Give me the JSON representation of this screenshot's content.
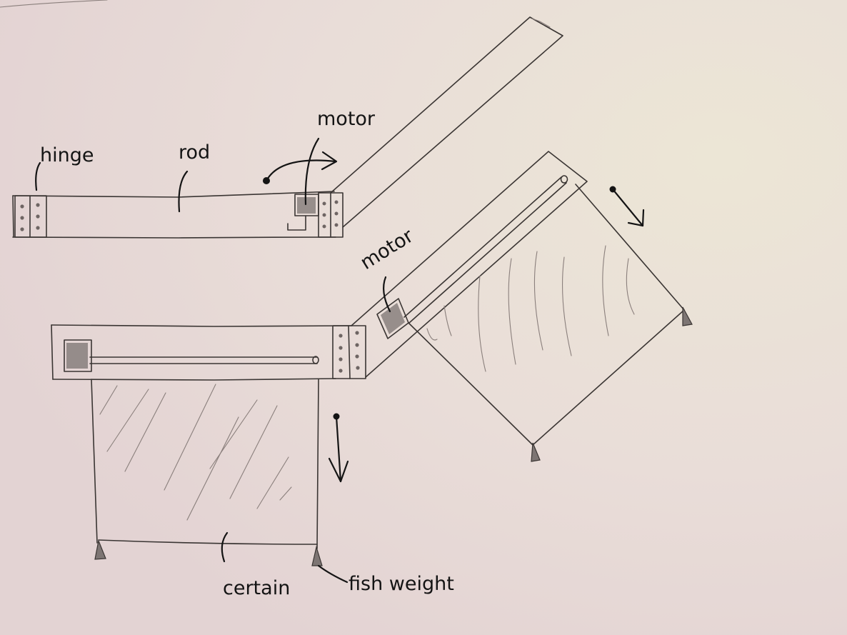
{
  "labels": {
    "hinge": "hinge",
    "rod": "rod",
    "motor_top": "motor",
    "motor_mid": "motor",
    "curtain": "certain",
    "fish_weight": "fish weight"
  },
  "colors": {
    "paper": "#e9dcd9",
    "pencil": "#3a3533",
    "ink": "#141414"
  }
}
